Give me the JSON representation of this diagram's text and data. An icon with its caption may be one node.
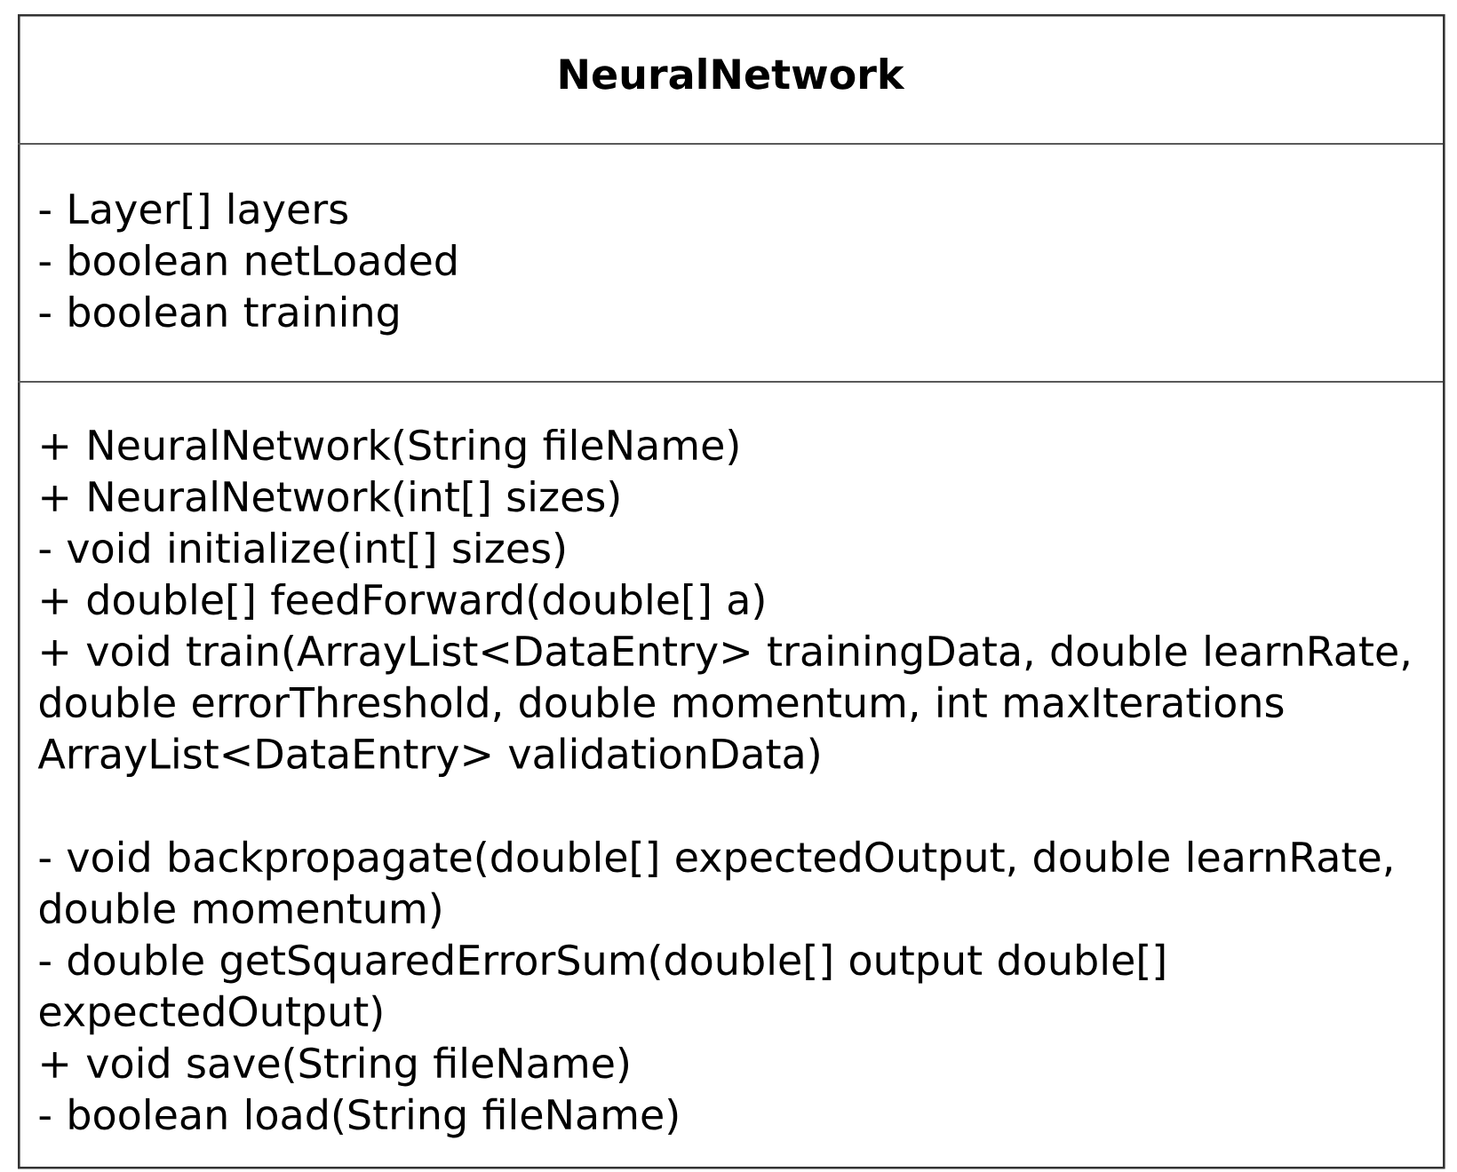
{
  "diagram": {
    "nodes": [
      {
        "text": [
          "NeuralNetwork",
          "- Layer[] layers",
          "- boolean netLoaded",
          "- boolean training",
          "+ NeuralNetwork(String fileName)",
          "+ NeuralNetwork(int[] sizes)",
          "- void initialize(int[] sizes)",
          "+ double[] feedForward(double[] a)",
          "+ void train(ArrayList<DataEntry> trainingData, double learnRate, double errorThreshold, double momentum, int maxIterations ArrayList<DataEntry> validationData)",
          "- void backpropagate(double[] expectedOutput, double learnRate, double momentum)",
          "- double getSquaredErrorSum(double[] output double[] expectedOutput)",
          "+ void save(String fileName)",
          "- boolean load(String fileName)"
        ]
      }
    ]
  }
}
